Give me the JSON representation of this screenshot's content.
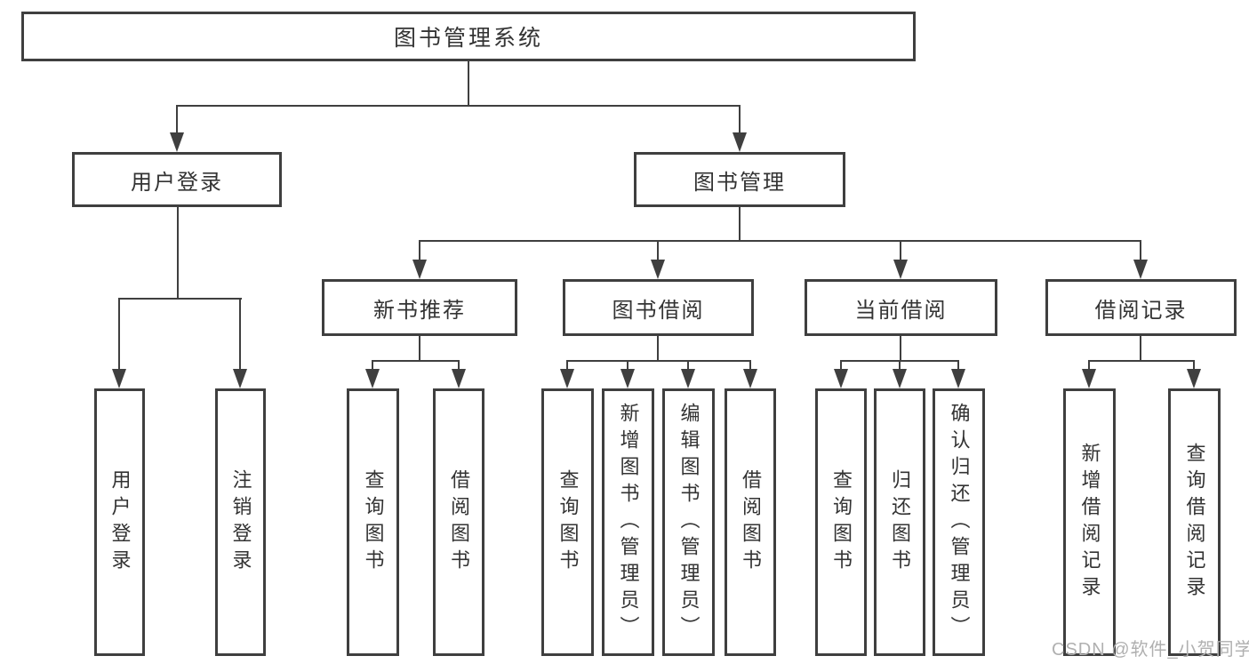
{
  "watermark": "CSDN @软件_小贺同学",
  "colors": {
    "line": "#3f3f3f",
    "text": "#333333",
    "background": "#ffffff",
    "watermark": "#b0b0b0"
  },
  "tree": {
    "root": {
      "label": "图书管理系统"
    },
    "branches": [
      {
        "label": "用户登录",
        "children": [
          {
            "label": "用户登录"
          },
          {
            "label": "注销登录"
          }
        ]
      },
      {
        "label": "图书管理",
        "children": [
          {
            "label": "新书推荐",
            "children": [
              {
                "label": "查询图书"
              },
              {
                "label": "借阅图书"
              }
            ]
          },
          {
            "label": "图书借阅",
            "children": [
              {
                "label": "查询图书"
              },
              {
                "label": "新增图书（管理员）"
              },
              {
                "label": "编辑图书（管理员）"
              },
              {
                "label": "借阅图书"
              }
            ]
          },
          {
            "label": "当前借阅",
            "children": [
              {
                "label": "查询图书"
              },
              {
                "label": "归还图书"
              },
              {
                "label": "确认归还（管理员）"
              }
            ]
          },
          {
            "label": "借阅记录",
            "children": [
              {
                "label": "新增借阅记录"
              },
              {
                "label": "查询借阅记录"
              }
            ]
          }
        ]
      }
    ]
  }
}
